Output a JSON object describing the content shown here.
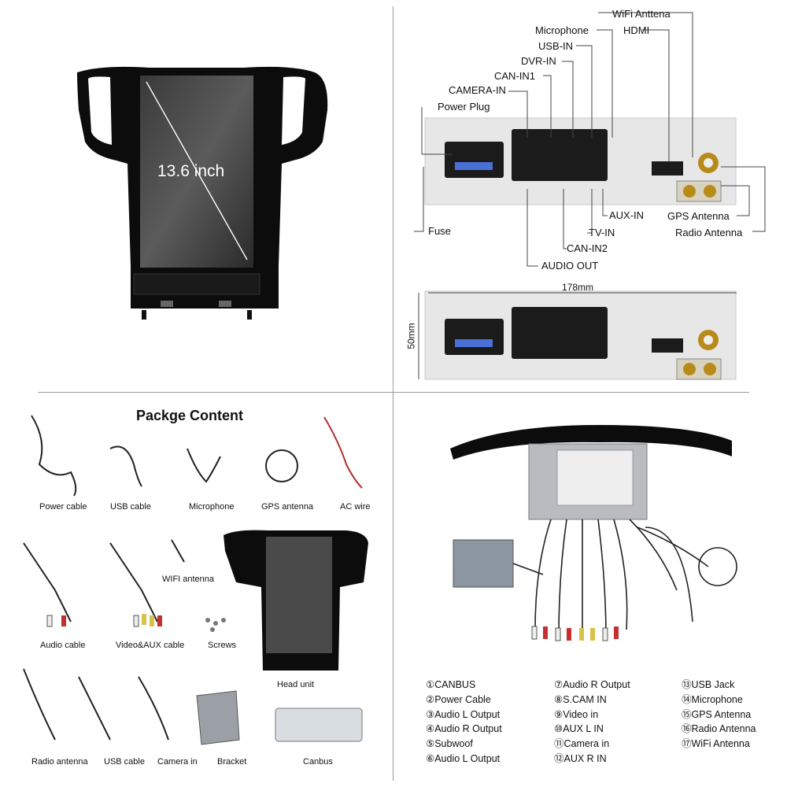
{
  "head_unit": {
    "screen_size": "13.6 inch"
  },
  "ports_top": {
    "labels": {
      "wifi_antenna": "WiFi Anttena",
      "hdmi": "HDMI",
      "microphone": "Microphone",
      "usb_in": "USB-IN",
      "dvr_in": "DVR-IN",
      "can_in1": "CAN-IN1",
      "camera_in": "CAMERA-IN",
      "power_plug": "Power Plug",
      "fuse": "Fuse",
      "aux_in": "AUX-IN",
      "tv_in": "TV-IN",
      "can_in2": "CAN-IN2",
      "audio_out": "AUDIO OUT",
      "gps_antenna": "GPS Antenna",
      "radio_antenna": "Radio Antenna"
    }
  },
  "dimensions": {
    "width": "178mm",
    "height": "50mm"
  },
  "package": {
    "title": "Packge Content",
    "items": {
      "power_cable": "Power cable",
      "usb_cable": "USB cable",
      "microphone": "Microphone",
      "gps_antenna": "GPS antenna",
      "ac_wire": "AC wire",
      "wifi_antenna": "WIFI antenna",
      "audio_cable": "Audio cable",
      "video_aux_cable": "Video&AUX cable",
      "screws": "Screws",
      "head_unit": "Head unit",
      "radio_antenna": "Radio antenna",
      "usb_cable_2": "USB cable",
      "camera_in": "Camera in",
      "bracket": "Bracket",
      "canbus": "Canbus"
    }
  },
  "legend": {
    "col1": [
      "①CANBUS",
      "②Power Cable",
      "③Audio L Output",
      "④Audio R Output",
      "⑤Subwoof",
      "⑥Audio L Output"
    ],
    "col2": [
      "⑦Audio R Output",
      "⑧S.CAM IN",
      "⑨Video in",
      "⑩AUX L IN",
      "⑪Camera in",
      "⑫AUX R IN"
    ],
    "col3": [
      "⑬USB Jack",
      "⑭Microphone",
      "⑮GPS Antenna",
      "⑯Radio Antenna",
      "⑰WiFi Antenna"
    ]
  }
}
